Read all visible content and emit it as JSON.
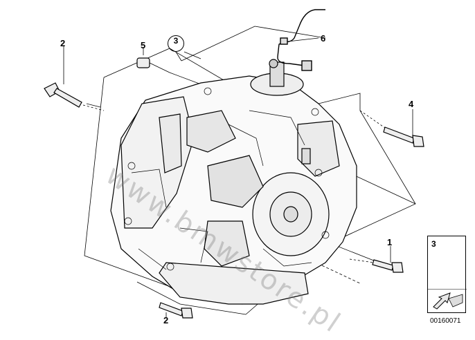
{
  "callouts": {
    "part_1": "1",
    "part_2_top": "2",
    "part_2_bottom": "2",
    "part_3": "3",
    "part_4": "4",
    "part_5": "5",
    "part_6": "6"
  },
  "legend": {
    "number": "3"
  },
  "drawing_id": "00160071",
  "watermark_text": "www.bmwstore.pl",
  "colors": {
    "line": "#000000",
    "watermark": "#8a8a8a",
    "arrow_fill": "#e8e8e8"
  }
}
